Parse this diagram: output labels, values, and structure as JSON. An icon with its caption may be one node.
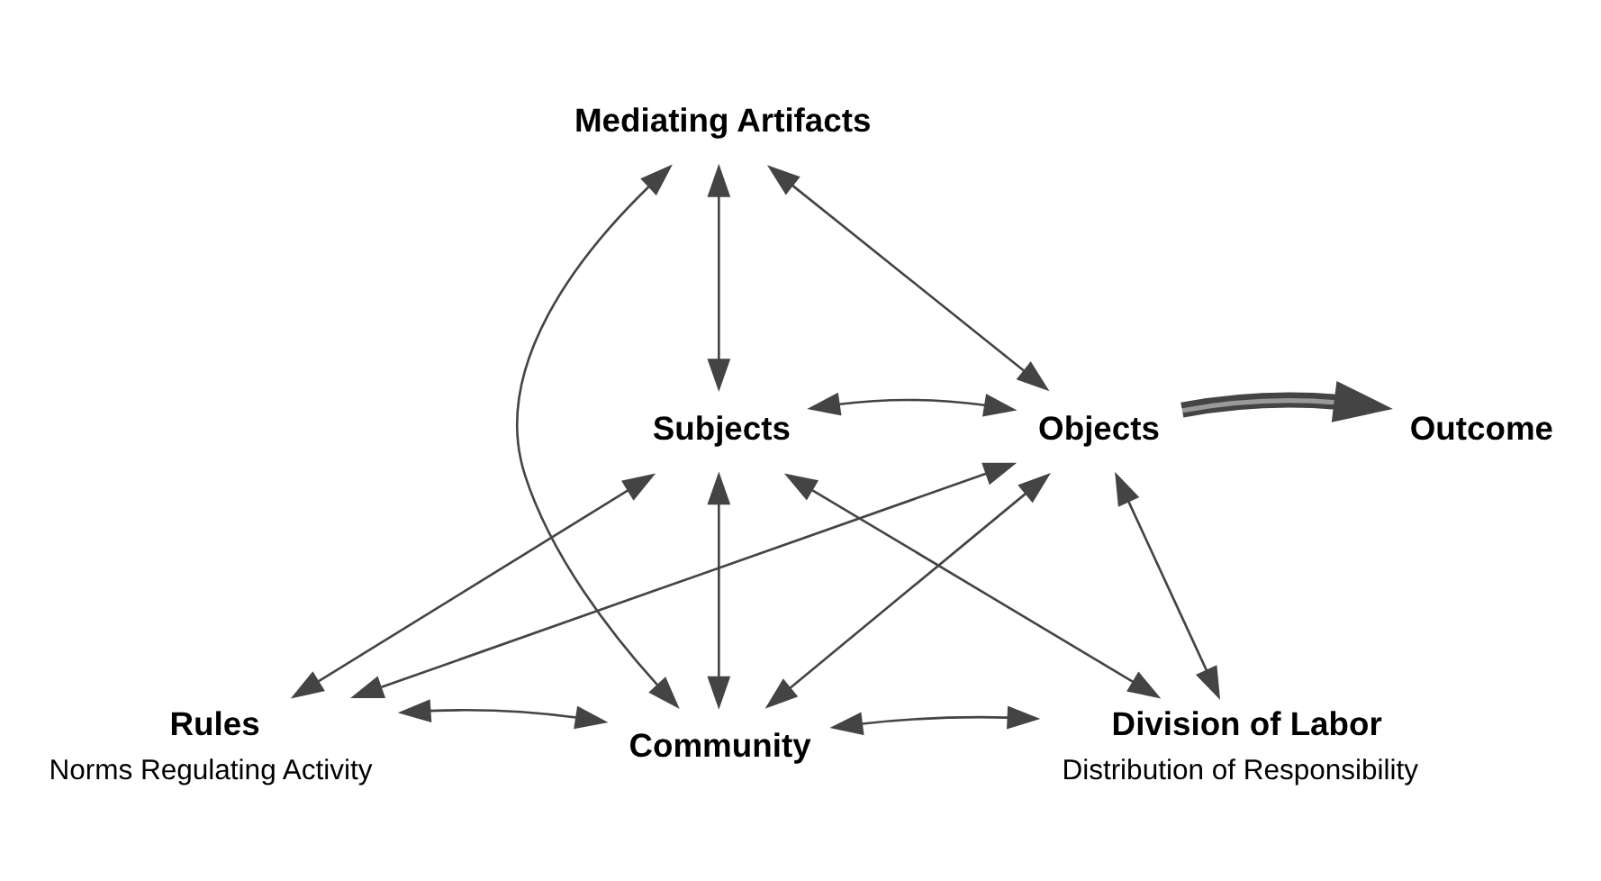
{
  "diagram": {
    "nodes": [
      {
        "text": [
          "Mediating Artifacts"
        ]
      },
      {
        "text": [
          "Subjects"
        ]
      },
      {
        "text": [
          "Objects"
        ]
      },
      {
        "text": [
          "Outcome"
        ]
      },
      {
        "text": [
          "Rules"
        ],
        "beside": [
          "Norms Regulating Activity"
        ]
      },
      {
        "text": [
          "Community"
        ]
      },
      {
        "text": [
          "Division of Labor"
        ],
        "beside": [
          "Distribution of Responsibility"
        ]
      }
    ],
    "edges": [
      {
        "from": 0,
        "to": 1,
        "arrow": "both"
      },
      {
        "from": 0,
        "to": 2,
        "arrow": "both"
      },
      {
        "from": 0,
        "to": 5,
        "arrow": "both"
      },
      {
        "from": 1,
        "to": 2,
        "arrow": "both"
      },
      {
        "from": 1,
        "to": 4,
        "arrow": "both"
      },
      {
        "from": 1,
        "to": 5,
        "arrow": "both"
      },
      {
        "from": 1,
        "to": 6,
        "arrow": "both"
      },
      {
        "from": 2,
        "to": 4,
        "arrow": "both"
      },
      {
        "from": 2,
        "to": 5,
        "arrow": "both"
      },
      {
        "from": 2,
        "to": 6,
        "arrow": "both"
      },
      {
        "from": 4,
        "to": 5,
        "arrow": "both"
      },
      {
        "from": 5,
        "to": 6,
        "arrow": "both"
      },
      {
        "from": 2,
        "to": 3,
        "arrow": "to",
        "style": "thick"
      }
    ]
  }
}
